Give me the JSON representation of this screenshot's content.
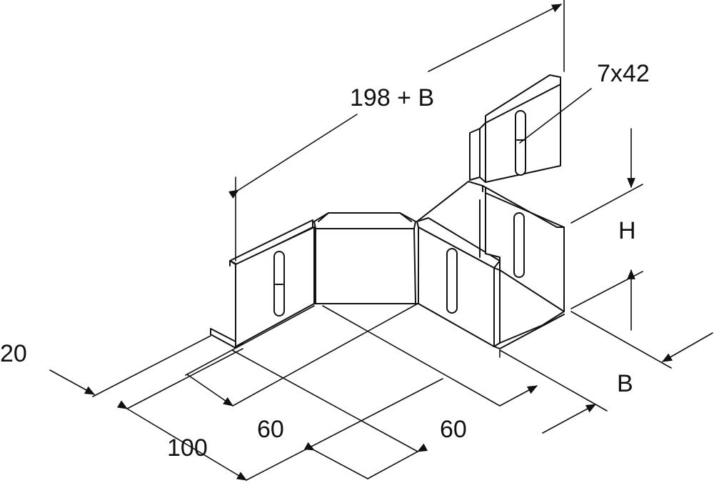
{
  "labels": {
    "overall_length": "198 + B",
    "slot_size": "7x42",
    "height": "H",
    "width": "B",
    "offset": "20",
    "depth": "100",
    "leg_left": "60",
    "leg_right": "60"
  },
  "colors": {
    "ink": "#111111",
    "paper": "#ffffff"
  }
}
